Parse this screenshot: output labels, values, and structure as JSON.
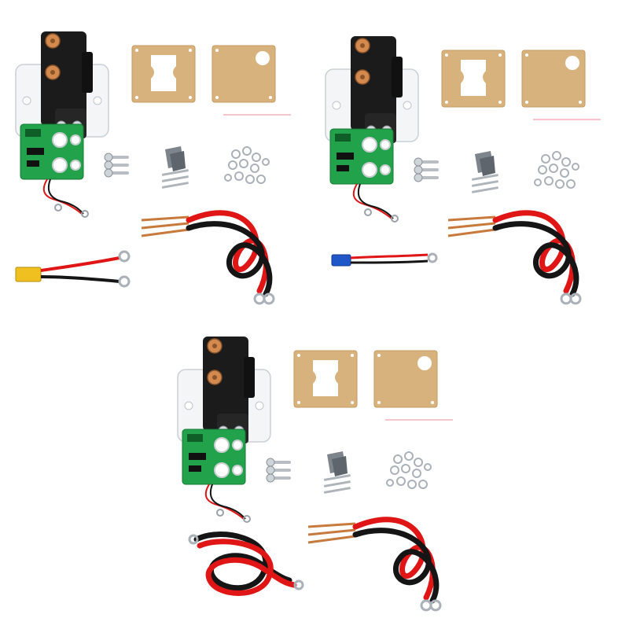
{
  "image": {
    "background": "#ffffff",
    "kits": [
      {
        "id": "kit-top-left",
        "battery_connector": "xt60"
      },
      {
        "id": "kit-top-right",
        "battery_connector": "ec2"
      },
      {
        "id": "kit-bottom",
        "battery_connector": "ring-lug-cables"
      }
    ],
    "colors": {
      "pcb": "#22a24a",
      "acrylic": "#d7b27d",
      "relay": "#1b1b1b",
      "cable_red": "#e01515",
      "cable_black": "#151515",
      "copper": "#c77a3c",
      "xt60": "#f0c020",
      "ec2": "#1f57c8"
    }
  }
}
